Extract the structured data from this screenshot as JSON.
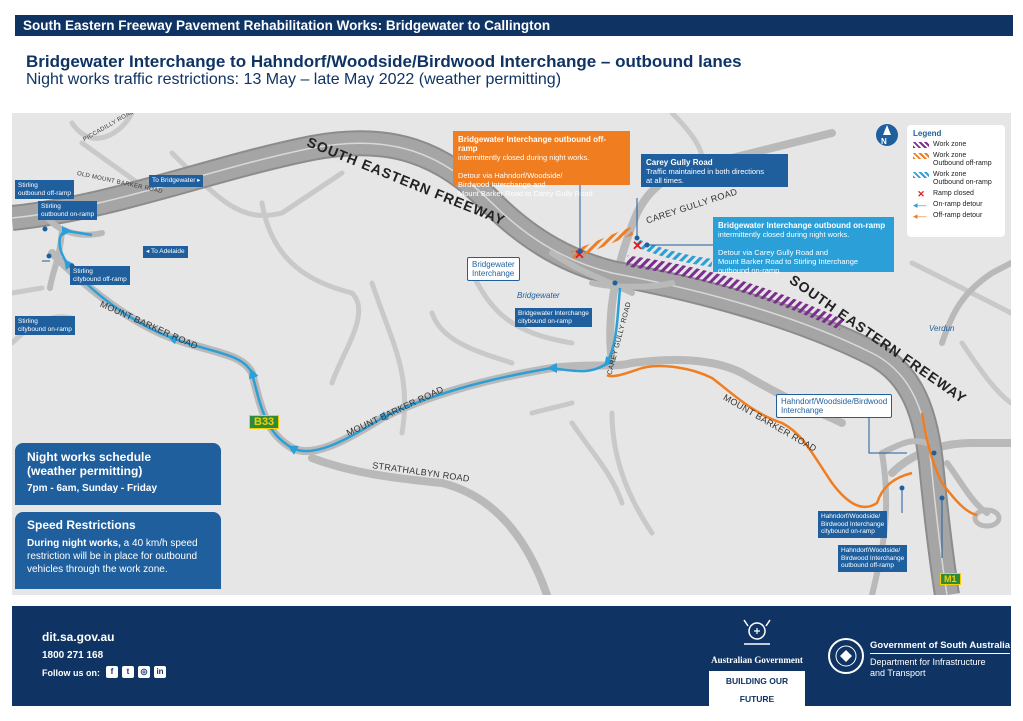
{
  "header": {
    "bar_title": "South Eastern Freeway Pavement Rehabilitation Works: Bridgewater to Callington",
    "heading": "Bridgewater Interchange to Hahndorf/Woodside/Birdwood Interchange – outbound lanes",
    "subheading": "Night works traffic restrictions: 13 May – late May 2022 (weather permitting)"
  },
  "map": {
    "roads": {
      "piccadilly": "PICCADILLY ROAD",
      "old_mount_barker": "OLD MOUNT BARKER ROAD",
      "mount_barker_1": "MOUNT BARKER ROAD",
      "mount_barker_2": "MOUNT BARKER ROAD",
      "mount_barker_3": "MOUNT BARKER ROAD",
      "strathalbyn": "STRATHALBYN ROAD",
      "carey_gully_1": "CAREY GULLY ROAD",
      "carey_gully_2": "CAREY GULLY ROAD",
      "freeway_1": "SOUTH EASTERN FREEWAY",
      "freeway_2": "SOUTH EASTERN FREEWAY",
      "route_shield": "B33",
      "motorway_shield": "M1"
    },
    "places": {
      "bridgewater": "Bridgewater",
      "verdun": "Verdun"
    },
    "direction_tags": {
      "to_bridgewater": "To Bridgewater ▸",
      "to_adelaide": "◂ To Adelaide"
    },
    "ramp_tags": {
      "stirling_outbound_off": "Stirling\noutbound off-ramp",
      "stirling_outbound_on": "Stirling\noutbound on-ramp",
      "stirling_citybound_off": "Stirling\ncitybound off-ramp",
      "stirling_citybound_on": "Stirling\ncitybound on-ramp",
      "bridgewater_citybound_on": "Bridgewater Interchange\ncitybound on-ramp",
      "hahndorf_citybound_on": "Hahndorf/Woodside/\nBirdwood Interchange\ncitybound on-ramp",
      "hahndorf_outbound_off": "Hahndorf/Woodside/\nBirdwood Interchange\noutbound off-ramp"
    },
    "interchange_tags": {
      "bridgewater": "Bridgewater\nInterchange",
      "hahndorf": "Hahndorf/Woodside/Birdwood\nInterchange"
    },
    "callouts": {
      "offramp_title": "Bridgewater Interchange outbound off-ramp",
      "offramp_body": "intermittently closed during night works.\n\nDetour via Hahndorf/Woodside/\nBirdwood Interchange and\nMount Barker Road to Carey Gully Road.",
      "carey_title": "Carey Gully Road",
      "carey_body": "Traffic maintained in both directions\nat all times.",
      "onramp_title": "Bridgewater Interchange outbound on-ramp",
      "onramp_body": "intermittently closed during night works.\n\nDetour via Carey Gully Road and\nMount Barker Road to Stirling Interchange\noutbound on-ramp."
    },
    "north_arrow": "N",
    "legend": {
      "title": "Legend",
      "items": [
        {
          "label": "Work zone",
          "swatch": "purple-hatch"
        },
        {
          "label": "Work zone\nOutbound off-ramp",
          "swatch": "orange-hatch"
        },
        {
          "label": "Work zone\nOutbound on-ramp",
          "swatch": "blue-hatch"
        },
        {
          "label": "Ramp closed",
          "swatch": "red-x"
        },
        {
          "label": "On-ramp detour",
          "swatch": "blue-arrow"
        },
        {
          "label": "Off-ramp detour",
          "swatch": "orange-arrow"
        }
      ]
    },
    "schedule": {
      "title": "Night works schedule\n(weather permitting)",
      "times": "7pm - 6am, Sunday - Friday"
    },
    "speed": {
      "title": "Speed Restrictions",
      "bold": "During night works,",
      "text": " a 40 km/h speed restriction will be in place for outbound vehicles through the work zone."
    }
  },
  "footer": {
    "url": "dit.sa.gov.au",
    "phone": "1800 271 168",
    "follow": "Follow us on:",
    "social": [
      "f",
      "t",
      "◎",
      "in"
    ],
    "australian_government": "Australian Government",
    "building": "BUILDING OUR FUTURE",
    "sa_government": "Government of South Australia",
    "sa_department": "Department for Infrastructure\nand Transport"
  },
  "colors": {
    "navy": "#0f3464",
    "blue": "#1f5f9e",
    "orange": "#f07d1f",
    "light_blue": "#2a9fd8",
    "purple": "#7b2e8e",
    "road": "#b9b9b9",
    "map_bg": "#e6e6e6",
    "closed_red": "#e11c1c"
  }
}
